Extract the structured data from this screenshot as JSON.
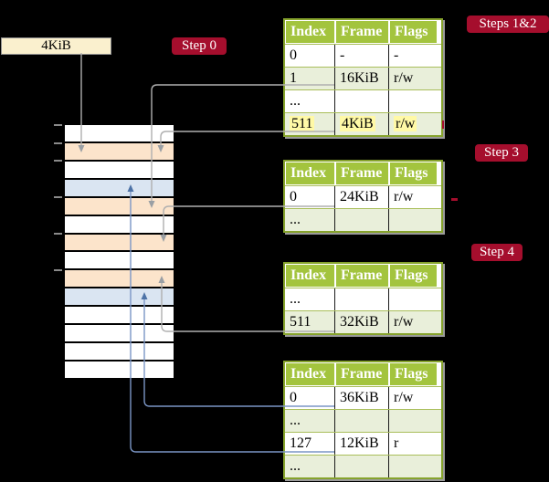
{
  "colors": {
    "background": "#000000",
    "table-header": "#A3C43E",
    "table-border": "#86A32C",
    "row-separator": "#A9BE5A",
    "row-shade": "#E9EFDA",
    "highlight": "#FFF9A6",
    "peach": "#FCE4CB",
    "blue": "#DAE5F2",
    "cream": "#FAF0CE",
    "step-red": "#A50E2D",
    "gray-line": "#AFAFAF",
    "gray-arrow": "#9A9FA4",
    "blue-line": "#7B96C6",
    "blue-arrow": "#4E73A7",
    "cell-divider": "#1A1A1A"
  },
  "legend_box": {
    "label": "4KiB"
  },
  "steps": {
    "step0": "Step 0",
    "steps12": "Steps 1&2",
    "step3": "Step 3",
    "step4": "Step 4"
  },
  "memory": {
    "rows": [
      "white",
      "peach",
      "white",
      "blue",
      "peach",
      "white",
      "peach",
      "white",
      "peach",
      "blue",
      "white",
      "white",
      "white",
      "white"
    ]
  },
  "tables": [
    {
      "name": "page-table-steps-1-2",
      "header": [
        "Index",
        "Frame",
        "Flags"
      ],
      "rows": [
        {
          "cells": [
            "0",
            "-",
            "-"
          ],
          "shaded": false,
          "highlight": false
        },
        {
          "cells": [
            "1",
            "16KiB",
            "r/w"
          ],
          "shaded": true,
          "highlight": false
        },
        {
          "cells": [
            "...",
            "",
            ""
          ],
          "shaded": false,
          "highlight": false
        },
        {
          "cells": [
            "511",
            "4KiB",
            "r/w"
          ],
          "shaded": true,
          "highlight": true
        }
      ]
    },
    {
      "name": "page-table-step-3",
      "header": [
        "Index",
        "Frame",
        "Flags"
      ],
      "rows": [
        {
          "cells": [
            "0",
            "24KiB",
            "r/w"
          ],
          "shaded": false,
          "highlight": false
        },
        {
          "cells": [
            "...",
            "",
            ""
          ],
          "shaded": true,
          "highlight": false
        }
      ]
    },
    {
      "name": "page-table-step-4a",
      "header": [
        "Index",
        "Frame",
        "Flags"
      ],
      "rows": [
        {
          "cells": [
            "...",
            "",
            ""
          ],
          "shaded": false,
          "highlight": false
        },
        {
          "cells": [
            "511",
            "32KiB",
            "r/w"
          ],
          "shaded": true,
          "highlight": false
        }
      ]
    },
    {
      "name": "page-table-step-4b",
      "header": [
        "Index",
        "Frame",
        "Flags"
      ],
      "rows": [
        {
          "cells": [
            "0",
            "36KiB",
            "r/w"
          ],
          "shaded": false,
          "highlight": false
        },
        {
          "cells": [
            "...",
            "",
            ""
          ],
          "shaded": true,
          "highlight": false
        },
        {
          "cells": [
            "127",
            "12KiB",
            "r"
          ],
          "shaded": false,
          "highlight": false
        },
        {
          "cells": [
            "...",
            "",
            ""
          ],
          "shaded": true,
          "highlight": false
        }
      ]
    }
  ]
}
